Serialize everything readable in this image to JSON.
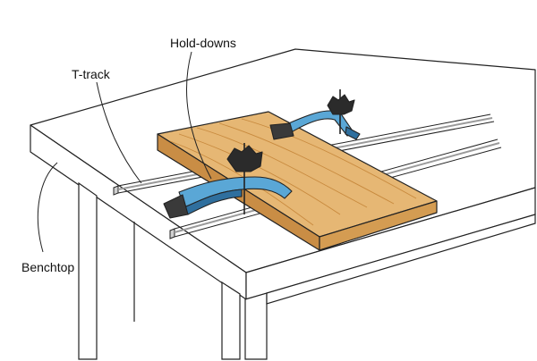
{
  "labels": {
    "hold_downs": "Hold-downs",
    "t_track": "T-track",
    "benchtop": "Benchtop"
  },
  "colors": {
    "line": "#222222",
    "board": "#e6b774",
    "board_grain": "#c88a3e",
    "board_edge": "#c98d45",
    "clamp": "#5aa7d6",
    "clamp_dark": "#2f6f9e",
    "knob": "#2b2b2b",
    "pad": "#3a3a3a",
    "track": "#bdbdbd"
  }
}
